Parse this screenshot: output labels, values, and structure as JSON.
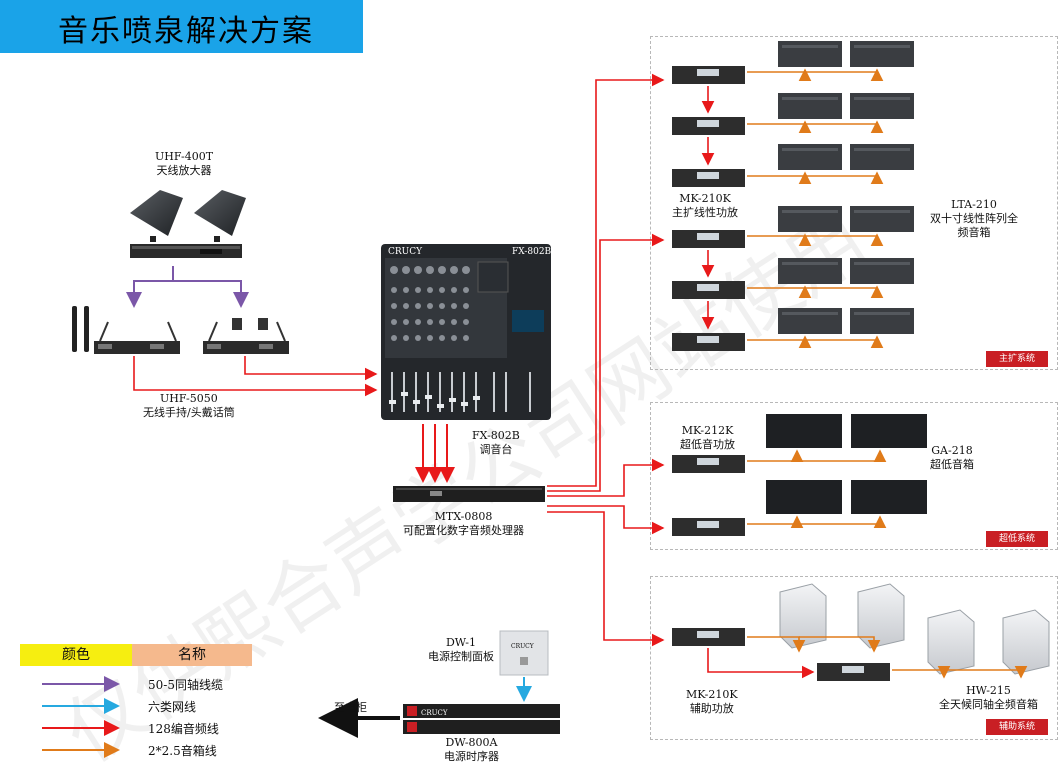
{
  "title": "音乐喷泉解决方案",
  "watermark": "仅供熙合声学公司网站使用",
  "devices": {
    "antenna_amp": {
      "model": "UHF-400T",
      "name": "天线放大器"
    },
    "mic": {
      "model": "UHF-5050",
      "name": "无线手持/头戴话筒"
    },
    "mixer": {
      "model": "FX-802B",
      "name": "调音台",
      "brand": "CRUCY",
      "badge": "FX-802B"
    },
    "processor": {
      "model": "MTX-0808",
      "name": "可配置化数字音频处理器"
    },
    "power_panel": {
      "model": "DW-1",
      "name": "电源控制面板",
      "brand": "CRUCY"
    },
    "sequencer": {
      "model": "DW-800A",
      "name": "电源时序器",
      "brand": "CRUCY"
    },
    "main_amp": {
      "model": "MK-210K",
      "name": "主扩线性功放"
    },
    "main_speaker": {
      "model": "LTA-210",
      "name_line1": "双十寸线性阵列全",
      "name_line2": "频音箱"
    },
    "sub_amp": {
      "model": "MK-212K",
      "name": "超低音功放"
    },
    "sub_speaker": {
      "model": "GA-218",
      "name": "超低音箱"
    },
    "aux_amp": {
      "model": "MK-210K",
      "name": "辅助功放"
    },
    "aux_speaker": {
      "model": "HW-215",
      "name": "全天候同轴全频音箱"
    }
  },
  "to_cabinet": "至电柜",
  "systems": {
    "main": "主扩系统",
    "sub": "超低系统",
    "aux": "辅助系统"
  },
  "legend": {
    "col1": "颜色",
    "col2": "名称",
    "rows": [
      {
        "color": "#7b57a8",
        "label": "50-5同轴线缆"
      },
      {
        "color": "#26a9e0",
        "label": "六类网线"
      },
      {
        "color": "#e8191a",
        "label": "128编音频线"
      },
      {
        "color": "#e07b1a",
        "label": "2*2.5音箱线"
      }
    ]
  },
  "colors": {
    "title_bg": "#1aa3e8",
    "red": "#e8191a",
    "orange": "#e07b1a",
    "purple": "#7b57a8",
    "blue": "#26a9e0",
    "tag": "#c91f24"
  }
}
